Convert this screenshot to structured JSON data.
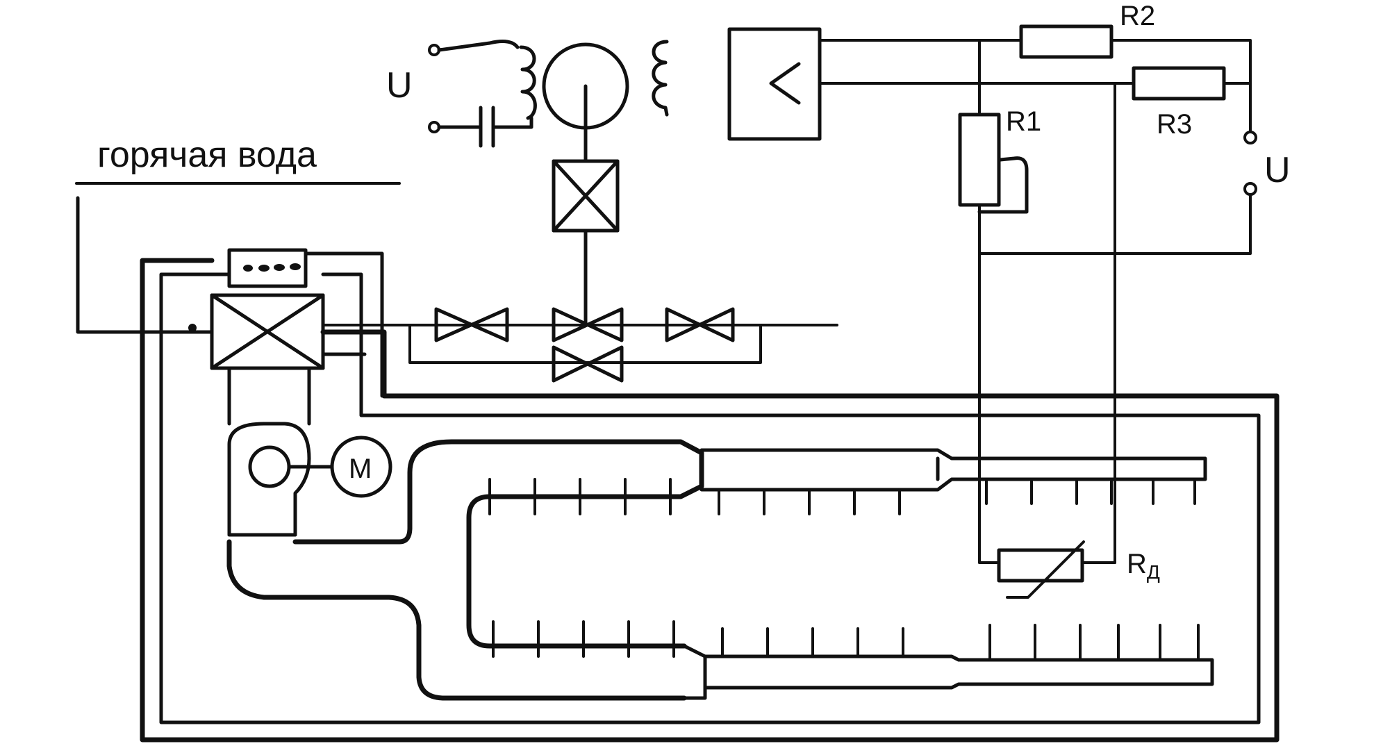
{
  "labels": {
    "u_left": "U",
    "u_right": "U",
    "hot_water": "горячая вода",
    "r1": "R1",
    "r2": "R2",
    "r3": "R3",
    "rd_main": "R",
    "rd_sub": "Д",
    "motor": "M"
  },
  "colors": {
    "ink": "#111111",
    "background": "#ffffff"
  }
}
